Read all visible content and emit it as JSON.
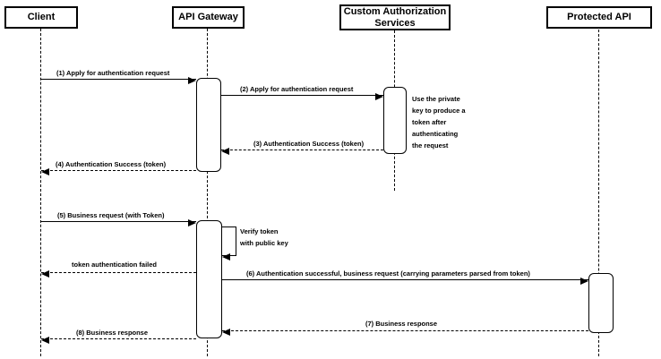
{
  "diagram": {
    "type": "sequence-diagram",
    "colors": {
      "line": "#000000",
      "fill": "#ffffff",
      "text": "#000000",
      "background": "#ffffff"
    },
    "actors": {
      "client": "Client",
      "api_gateway": "API Gateway",
      "custom_auth": "Custom Authorization\nServices",
      "protected_api": "Protected API"
    },
    "messages": {
      "m1": "(1) Apply for authentication request",
      "m2": "(2) Apply for authentication request",
      "m3": "(3) Authentication Success (token)",
      "m4": "(4) Authentication Success (token)",
      "m5": "(5) Business request (with Token)",
      "self_loop": "Verify token\nwith public key",
      "token_failed": "token authentication failed",
      "m6": "(6) Authentication successful, business request (carrying parameters parsed from token)",
      "m7": "(7) Business response",
      "m8": "(8) Business response"
    },
    "notes": {
      "private_key_note": "Use the private\nkey to produce a\ntoken after\nauthenticating\nthe request"
    }
  }
}
